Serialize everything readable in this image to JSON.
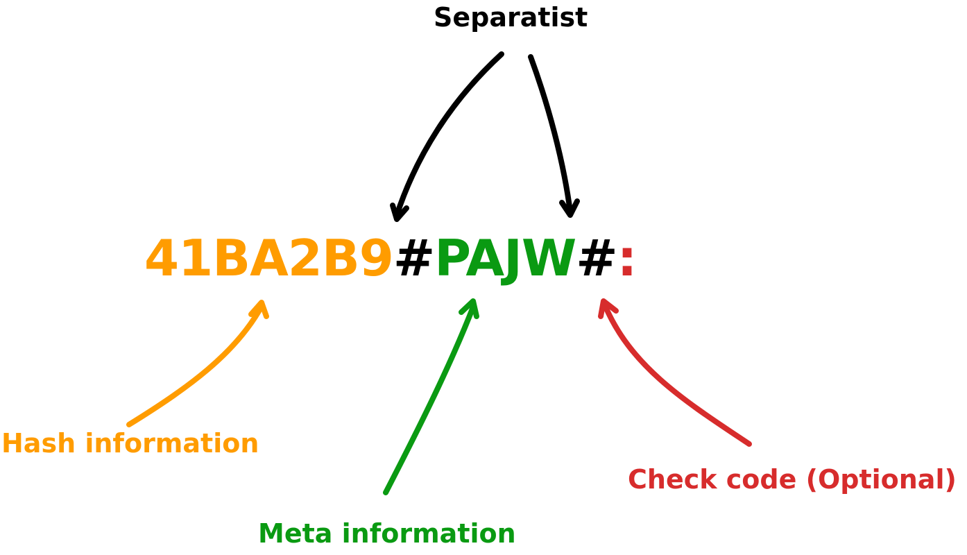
{
  "title": "Separatist",
  "code": {
    "hash": "41BA2B9",
    "separator_1": "#",
    "meta": "PAJW",
    "separator_2": "#",
    "check": ":"
  },
  "labels": {
    "hash": "Hash information",
    "meta": "Meta information",
    "check": "Check code (Optional)"
  },
  "colors": {
    "hash": "#FF9C00",
    "meta": "#0A9A12",
    "check": "#D72C2C",
    "separator": "#000000"
  }
}
